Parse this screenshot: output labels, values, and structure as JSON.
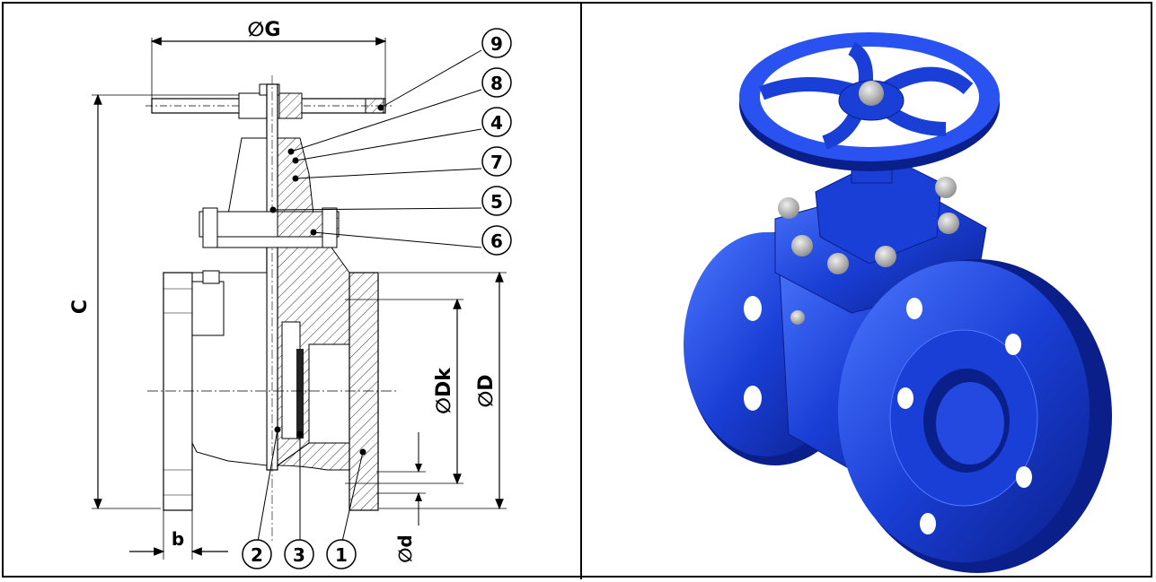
{
  "drawing": {
    "dim_G": "∅G",
    "dim_C": "C",
    "dim_Dk": "∅Dk",
    "dim_D": "∅D",
    "dim_b": "b",
    "dim_d": "∅d",
    "callouts": [
      "9",
      "8",
      "4",
      "7",
      "5",
      "6",
      "2",
      "3",
      "1"
    ]
  },
  "render": {
    "body_color": "#1a3fd6",
    "highlight_color": "#4d78ff",
    "shadow_color": "#0b1f8a",
    "bolt_color": "#b8b8b8"
  }
}
